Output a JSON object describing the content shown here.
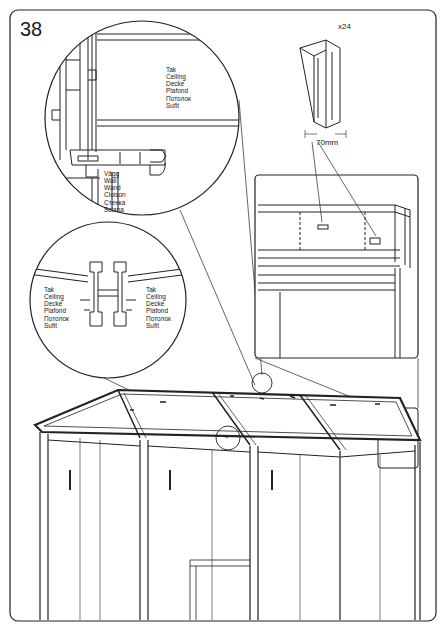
{
  "diagram": {
    "labels": [
      "38",
      "Tak Ceiling Decke Plafond Потолок Sufit",
      "Vägg Wall Wand Cloison Стенка Ściana",
      "Tak Ceiling Decke Plafond Потолок Sufit",
      "Tak Ceiling Decke Plafond Потолок Sufit",
      "x24",
      "70mm"
    ]
  }
}
